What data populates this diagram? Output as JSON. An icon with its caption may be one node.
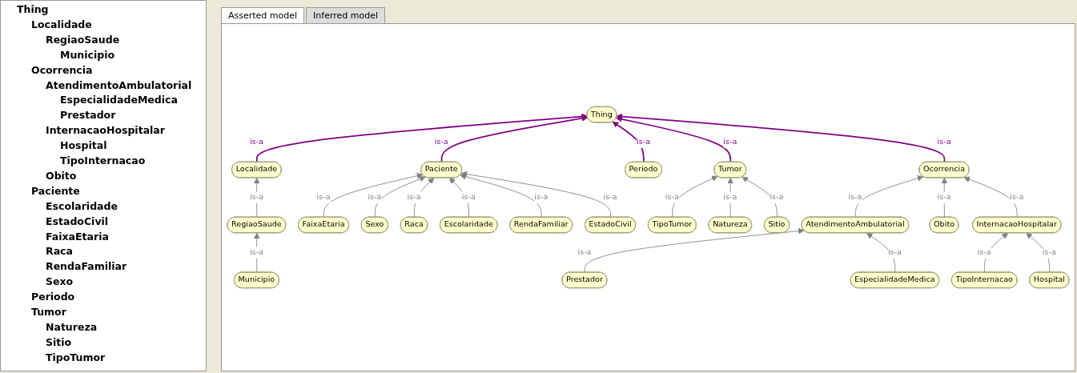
{
  "diagram": {
    "nodes": [
      {
        "text": [
          "Thing"
        ]
      },
      {
        "text": [
          "Localidade"
        ]
      },
      {
        "text": [
          "Paciente"
        ]
      },
      {
        "text": [
          "Periodo"
        ]
      },
      {
        "text": [
          "Tumor"
        ]
      },
      {
        "text": [
          "Ocorrencia"
        ]
      },
      {
        "text": [
          "RegiaoSaude"
        ]
      },
      {
        "text": [
          "FaixaEtaria"
        ]
      },
      {
        "text": [
          "Sexo"
        ]
      },
      {
        "text": [
          "Raca"
        ]
      },
      {
        "text": [
          "Escolaridade"
        ]
      },
      {
        "text": [
          "RendaFamiliar"
        ]
      },
      {
        "text": [
          "EstadoCivil"
        ]
      },
      {
        "text": [
          "TipoTumor"
        ]
      },
      {
        "text": [
          "Natureza"
        ]
      },
      {
        "text": [
          "Sitio"
        ]
      },
      {
        "text": [
          "AtendimentoAmbulatorial"
        ]
      },
      {
        "text": [
          "Obito"
        ]
      },
      {
        "text": [
          "InternacaoHospitalar"
        ]
      },
      {
        "text": [
          "Municipio"
        ]
      },
      {
        "text": [
          "Prestador"
        ]
      },
      {
        "text": [
          "EspecialidadeMedica"
        ]
      },
      {
        "text": [
          "TipoInternacao"
        ]
      },
      {
        "text": [
          "Hospital"
        ]
      }
    ],
    "edges": [
      {
        "from": 1,
        "to": 0,
        "arrow": "to",
        "label": "is-a",
        "color": "#800080"
      },
      {
        "from": 2,
        "to": 0,
        "arrow": "to",
        "label": "is-a",
        "color": "#800080"
      },
      {
        "from": 3,
        "to": 0,
        "arrow": "to",
        "label": "is-a",
        "color": "#800080"
      },
      {
        "from": 4,
        "to": 0,
        "arrow": "to",
        "label": "is-a",
        "color": "#800080"
      },
      {
        "from": 5,
        "to": 0,
        "arrow": "to",
        "label": "is-a",
        "color": "#800080"
      },
      {
        "from": 6,
        "to": 1,
        "arrow": "to",
        "label": "is-a"
      },
      {
        "from": 7,
        "to": 2,
        "arrow": "to",
        "label": "is-a"
      },
      {
        "from": 8,
        "to": 2,
        "arrow": "to",
        "label": "is-a"
      },
      {
        "from": 9,
        "to": 2,
        "arrow": "to",
        "label": "is-a"
      },
      {
        "from": 10,
        "to": 2,
        "arrow": "to",
        "label": "is-a"
      },
      {
        "from": 11,
        "to": 2,
        "arrow": "to",
        "label": "is-a"
      },
      {
        "from": 12,
        "to": 2,
        "arrow": "to",
        "label": "is-a"
      },
      {
        "from": 13,
        "to": 4,
        "arrow": "to",
        "label": "is-a"
      },
      {
        "from": 14,
        "to": 4,
        "arrow": "to",
        "label": "is-a"
      },
      {
        "from": 15,
        "to": 4,
        "arrow": "to",
        "label": "is-a"
      },
      {
        "from": 16,
        "to": 5,
        "arrow": "to",
        "label": "is-a"
      },
      {
        "from": 17,
        "to": 5,
        "arrow": "to",
        "label": "is-a"
      },
      {
        "from": 18,
        "to": 5,
        "arrow": "to",
        "label": "is-a"
      },
      {
        "from": 19,
        "to": 6,
        "arrow": "to",
        "label": "is-a"
      },
      {
        "from": 20,
        "to": 16,
        "arrow": "to",
        "label": "is-a"
      },
      {
        "from": 21,
        "to": 16,
        "arrow": "to",
        "label": "is-a"
      },
      {
        "from": 22,
        "to": 18,
        "arrow": "to",
        "label": "is-a"
      },
      {
        "from": 23,
        "to": 18,
        "arrow": "to",
        "label": "is-a"
      }
    ],
    "labels": [
      "Thing",
      "Localidade",
      "RegiaoSaude",
      "Municipio",
      "Ocorrencia",
      "AtendimentoAmbulatorial",
      "EspecialidadeMedica",
      "Prestador",
      "InternacaoHospitalar",
      "Hospital",
      "TipoInternacao",
      "Obito",
      "Paciente",
      "Escolaridade",
      "EstadoCivil",
      "FaixaEtaria",
      "Raca",
      "RendaFamiliar",
      "Sexo",
      "Periodo",
      "Tumor",
      "Natureza",
      "Sitio",
      "TipoTumor",
      "Asserted model",
      "Inferred model"
    ]
  }
}
